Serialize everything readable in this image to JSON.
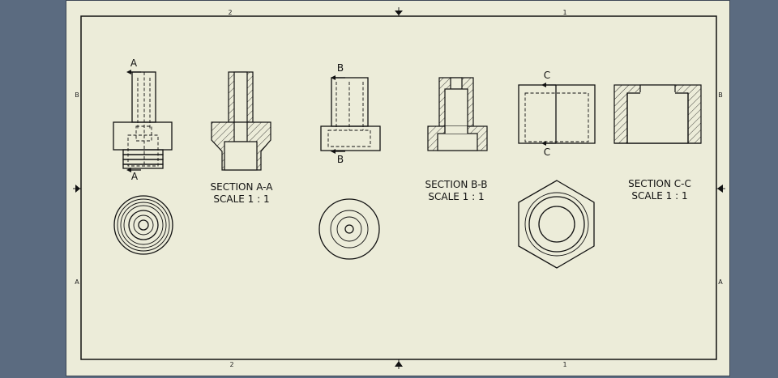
{
  "sheet": {
    "zones_top": [
      "2",
      "1"
    ],
    "zones_bottom": [
      "2",
      "1"
    ],
    "zones_left": [
      "B",
      "A"
    ],
    "zones_right": [
      "B",
      "A"
    ]
  },
  "section_a": {
    "letter_top": "A",
    "letter_bottom": "A",
    "title": "SECTION A-A",
    "scale": "SCALE 1 : 1"
  },
  "section_b": {
    "letter_top": "B",
    "letter_bottom": "B",
    "title": "SECTION B-B",
    "scale": "SCALE 1 : 1"
  },
  "section_c": {
    "letter_top": "C",
    "letter_bottom": "C",
    "title": "SECTION C-C",
    "scale": "SCALE 1 : 1"
  },
  "colors": {
    "background": "#5b6b80",
    "sheet": "#ececd9",
    "ink": "#111111"
  }
}
